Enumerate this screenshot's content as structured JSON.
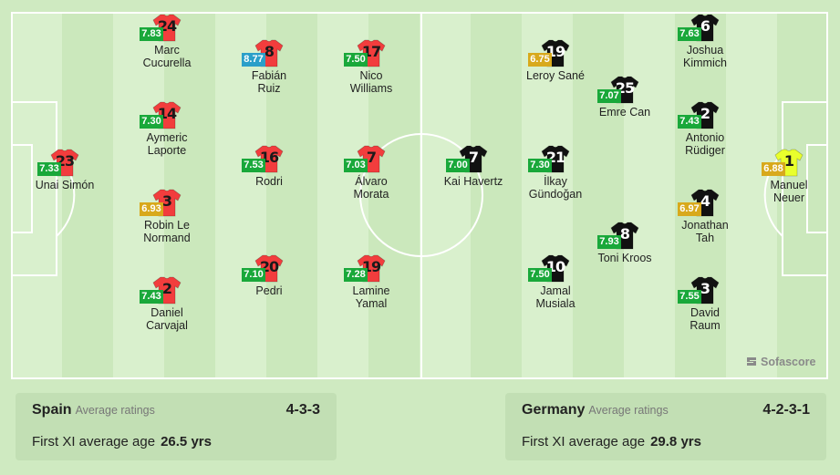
{
  "colors": {
    "spain_shirt": "#f23d3d",
    "germany_shirt": "#111111",
    "germany_gk_shirt": "#e9ff2c",
    "rating_green": "#19a83a",
    "rating_yellow": "#d8a91c",
    "rating_blue": "#2b9fc9"
  },
  "players": [
    {
      "team": "spain",
      "num": "23",
      "rating": "7.33",
      "rc": "green",
      "name1": "Unai Simón",
      "name2": ""
    },
    {
      "team": "spain",
      "num": "24",
      "rating": "7.83",
      "rc": "green",
      "name1": "Marc",
      "name2": "Cucurella"
    },
    {
      "team": "spain",
      "num": "14",
      "rating": "7.30",
      "rc": "green",
      "name1": "Aymeric",
      "name2": "Laporte"
    },
    {
      "team": "spain",
      "num": "3",
      "rating": "6.93",
      "rc": "yellow",
      "name1": "Robin Le",
      "name2": "Normand"
    },
    {
      "team": "spain",
      "num": "2",
      "rating": "7.43",
      "rc": "green",
      "name1": "Daniel",
      "name2": "Carvajal"
    },
    {
      "team": "spain",
      "num": "8",
      "rating": "8.77",
      "rc": "blue",
      "name1": "Fabián",
      "name2": "Ruiz"
    },
    {
      "team": "spain",
      "num": "16",
      "rating": "7.53",
      "rc": "green",
      "name1": "Rodri",
      "name2": ""
    },
    {
      "team": "spain",
      "num": "20",
      "rating": "7.10",
      "rc": "green",
      "name1": "Pedri",
      "name2": ""
    },
    {
      "team": "spain",
      "num": "17",
      "rating": "7.50",
      "rc": "green",
      "name1": "Nico",
      "name2": "Williams"
    },
    {
      "team": "spain",
      "num": "7",
      "rating": "7.03",
      "rc": "green",
      "name1": "Álvaro",
      "name2": "Morata"
    },
    {
      "team": "spain",
      "num": "19",
      "rating": "7.28",
      "rc": "green",
      "name1": "Lamine",
      "name2": "Yamal"
    },
    {
      "team": "germany",
      "num": "7",
      "rating": "7.00",
      "rc": "green",
      "name1": "Kai Havertz",
      "name2": ""
    },
    {
      "team": "germany",
      "num": "19",
      "rating": "6.75",
      "rc": "yellow",
      "name1": "Leroy Sané",
      "name2": ""
    },
    {
      "team": "germany",
      "num": "21",
      "rating": "7.30",
      "rc": "green",
      "name1": "İlkay",
      "name2": "Gündoğan"
    },
    {
      "team": "germany",
      "num": "10",
      "rating": "7.50",
      "rc": "green",
      "name1": "Jamal",
      "name2": "Musiala"
    },
    {
      "team": "germany",
      "num": "25",
      "rating": "7.07",
      "rc": "green",
      "name1": "Emre Can",
      "name2": ""
    },
    {
      "team": "germany",
      "num": "8",
      "rating": "7.93",
      "rc": "green",
      "name1": "Toni Kroos",
      "name2": ""
    },
    {
      "team": "germany",
      "num": "6",
      "rating": "7.63",
      "rc": "green",
      "name1": "Joshua",
      "name2": "Kimmich"
    },
    {
      "team": "germany",
      "num": "2",
      "rating": "7.43",
      "rc": "green",
      "name1": "Antonio",
      "name2": "Rüdiger"
    },
    {
      "team": "germany",
      "num": "4",
      "rating": "6.97",
      "rc": "yellow",
      "name1": "Jonathan",
      "name2": "Tah"
    },
    {
      "team": "germany",
      "num": "3",
      "rating": "7.55",
      "rc": "green",
      "name1": "David",
      "name2": "Raum"
    },
    {
      "team": "germany_gk",
      "num": "1",
      "rating": "6.88",
      "rc": "yellow",
      "name1": "Manuel",
      "name2": "Neuer"
    }
  ],
  "spain_card": {
    "team": "Spain",
    "avg_label": "Average ratings",
    "formation": "4-3-3",
    "age_label": "First XI average age",
    "age": "26.5 yrs"
  },
  "germany_card": {
    "team": "Germany",
    "avg_label": "Average ratings",
    "formation": "4-2-3-1",
    "age_label": "First XI average age",
    "age": "29.8 yrs"
  },
  "logo_text": "Sofascore"
}
